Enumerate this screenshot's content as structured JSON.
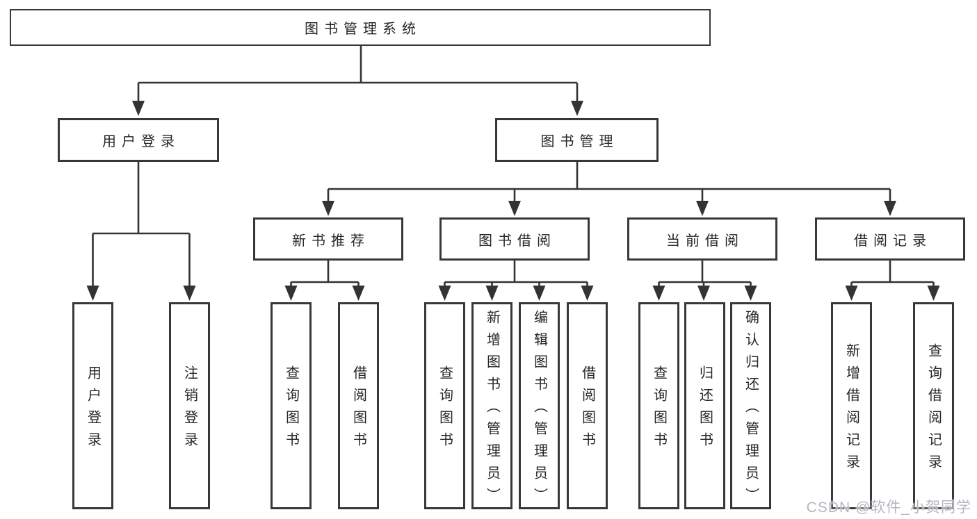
{
  "diagram": {
    "root": "图书管理系统",
    "login": {
      "label": "用户登录",
      "children": [
        "用户登录",
        "注销登录"
      ]
    },
    "management": {
      "label": "图书管理",
      "groups": [
        {
          "label": "新书推荐",
          "children": [
            "查询图书",
            "借阅图书"
          ]
        },
        {
          "label": "图书借阅",
          "children": [
            "查询图书",
            "新增图书（管理员）",
            "编辑图书（管理员）",
            "借阅图书"
          ]
        },
        {
          "label": "当前借阅",
          "children": [
            "查询图书",
            "归还图书",
            "确认归还（管理员）"
          ]
        },
        {
          "label": "借阅记录",
          "children": [
            "新增借阅记录",
            "查询借阅记录"
          ]
        }
      ]
    }
  },
  "watermark": "CSDN @软件_小贺同学",
  "colors": {
    "line": "#333333",
    "box_border": "#383838",
    "text": "#262626",
    "watermark": "#b3b7bf",
    "background": "#ffffff"
  }
}
